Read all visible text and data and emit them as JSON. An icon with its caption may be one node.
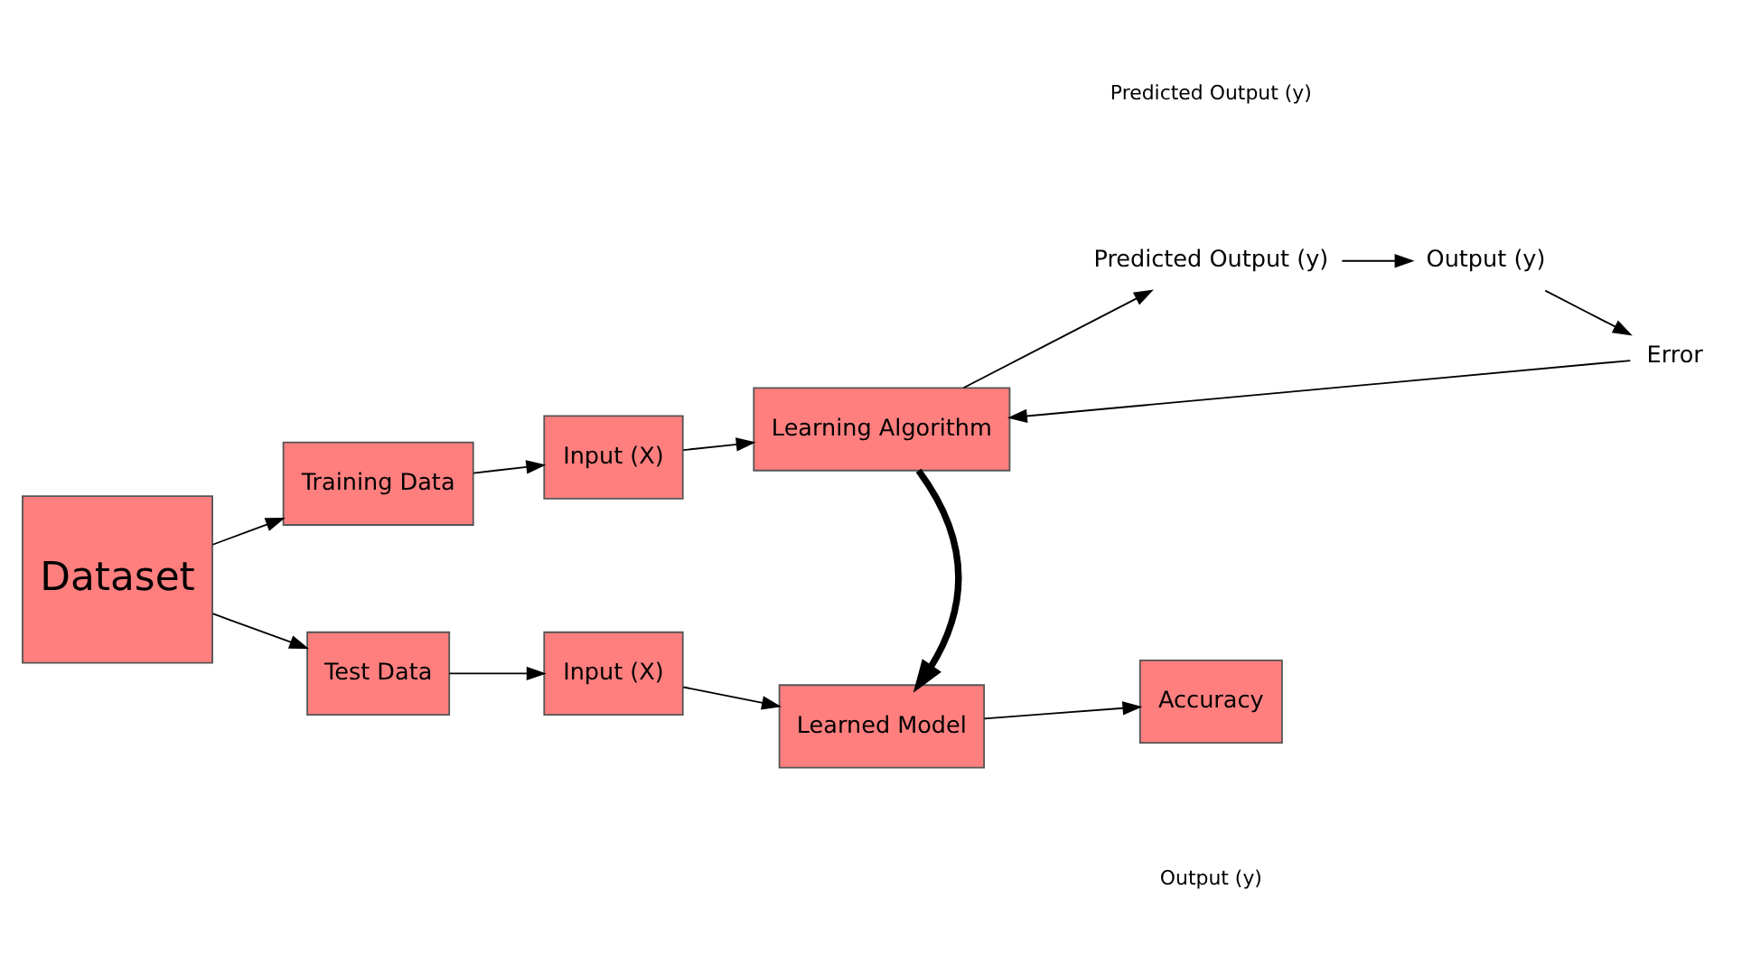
{
  "diagram": {
    "nodes": [
      {
        "text": [
          "Dataset"
        ]
      },
      {
        "text": [
          "Training Data"
        ]
      },
      {
        "text": [
          "Input (X)"
        ]
      },
      {
        "text": [
          "Learning Algorithm"
        ]
      },
      {
        "text": [
          "Test Data"
        ]
      },
      {
        "text": [
          "Input (X)"
        ]
      },
      {
        "text": [
          "Learned Model"
        ]
      },
      {
        "text": [
          "Accuracy"
        ]
      },
      {
        "text": [
          "Error"
        ]
      },
      {
        "text": [
          "Output (y)"
        ]
      },
      {
        "text": [
          "Predicted Output (y)"
        ]
      }
    ],
    "edges": [
      {
        "from": 0,
        "to": 1,
        "arrow": "to"
      },
      {
        "from": 1,
        "to": 2,
        "arrow": "to"
      },
      {
        "from": 2,
        "to": 3,
        "arrow": "to"
      },
      {
        "from": 3,
        "to": 6,
        "arrow": "to",
        "style": "thick"
      },
      {
        "from": 0,
        "to": 4,
        "arrow": "to"
      },
      {
        "from": 4,
        "to": 5,
        "arrow": "to"
      },
      {
        "from": 5,
        "to": 6,
        "arrow": "to"
      },
      {
        "from": 6,
        "to": 7,
        "arrow": "to"
      },
      {
        "from": 3,
        "to": 10,
        "arrow": "to"
      },
      {
        "from": 10,
        "to": 9,
        "arrow": "to"
      },
      {
        "from": 9,
        "to": 8,
        "arrow": "to"
      },
      {
        "from": 8,
        "to": 3,
        "arrow": "to"
      }
    ],
    "labels": [
      "Output (y)",
      "Predicted Output (y)"
    ]
  }
}
